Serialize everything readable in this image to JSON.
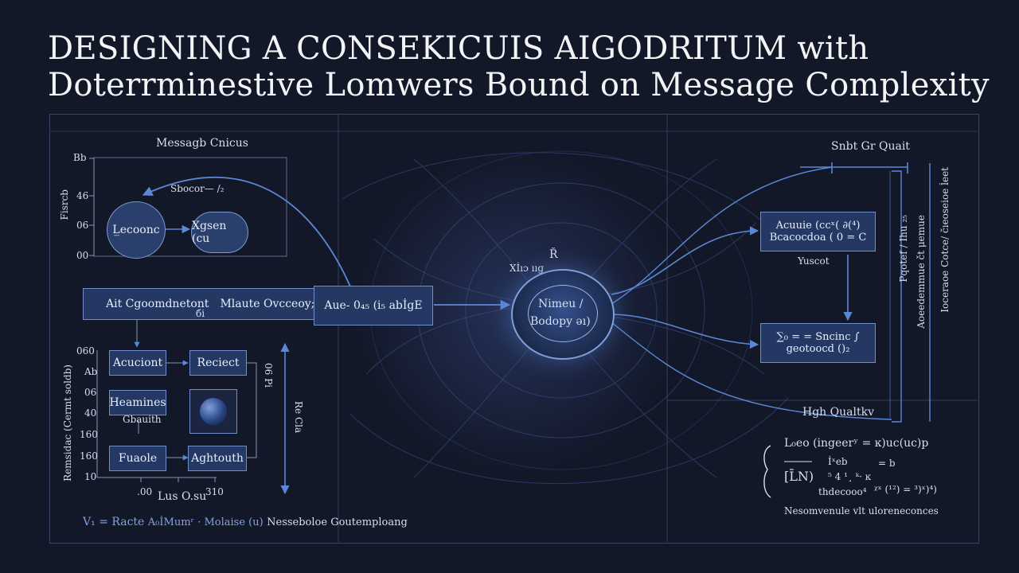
{
  "title": {
    "line1": "DESIGNING A CONSEKICUIS  AIGODRITUM with",
    "line2": "Doterrminestive Lomwers Bound on Message Complexity"
  },
  "left_top": {
    "heading": "Messagb Cnicus",
    "ticks": [
      "Bb",
      "46",
      "06",
      "00"
    ],
    "axis_label": "Fisrcb",
    "node1": "L̲ecoonc",
    "node2": "Xgsen (cu",
    "edge_label": "Sbocor— /₂"
  },
  "bar": {
    "label1": "Ait Cgoomdnetont",
    "label1_sub": "бі",
    "label2": "Mlaute Ovcceoy;",
    "box": "Aue- 0₄₅ (і₅ abİgE"
  },
  "left_bottom": {
    "ticks": [
      "060",
      "Ab",
      "06",
      "40",
      "160",
      "160",
      "10"
    ],
    "axis_label": "Remsidac (Cermt soldb)",
    "boxes": [
      "Acuciont",
      "Reciect",
      "Heamines",
      "Fuaole",
      "Aghtouth"
    ],
    "stat_label": "Gbauith",
    "x_ticks": [
      ".00",
      "310"
    ],
    "x_label": "Lus O.su",
    "right_axis_a": "06 Pi",
    "right_axis_b": "Re Cla"
  },
  "center": {
    "top_label": "Xİıɔ ııɡ",
    "top_label_b": "R̆",
    "core_line1": "Nimeu /",
    "core_line2": "Bodopy əı)"
  },
  "right": {
    "top_label": "Snbt Gr Quait",
    "box1_line1": "Acuuie (ccˣ( ∂(⁴)",
    "box1_line2": "Bcacocdoa ( 0 = C",
    "box1_below": "Yuscot",
    "box2_line1": "∑₀ = = Sncinc ∫",
    "box2_line2": "geotoocd ()₂",
    "high_quality": "Hgh Qualtkv",
    "vert_a": "Pqotef / Ihu ₂₅",
    "vert_b": "Aoeedemmue čt μemue",
    "vert_c": "Ioceraoe Cotce/ c̆ıeoseioe ĺeet"
  },
  "formula": {
    "line1": "L₀eo  (ingeerʸ  = ĸ)uc(uc)p",
    "line2_a": "İˣeb",
    "line2_b": "= b",
    "line3_a": "[L̄N)",
    "line3_b": "⁵ 4 ¹¸ ᵏ· ĸ",
    "line4_a": "thdecooo⁴",
    "line4_b": "ᵡˣ (¹²) = ³)ˣ)⁴)",
    "caption": "Nesomvenule  vlt uloreneconces"
  },
  "bottom_caption": {
    "sym": "V₁",
    "text_a": "= Racte",
    "text_b": "A₀İMumʳ · Molaise (u)",
    "text_c": "Nesseboloe Goutemploang"
  },
  "colors": {
    "background": "#131829",
    "accent": "#5b88d6",
    "box_fill": "#243863"
  }
}
